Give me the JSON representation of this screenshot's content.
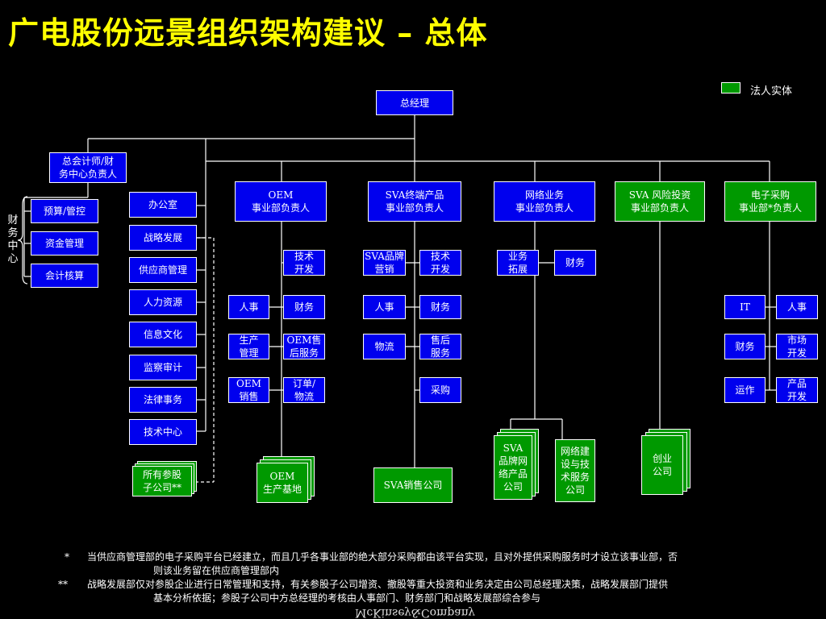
{
  "title": "广电股份远景组织架构建议 – 总体",
  "legend": {
    "label": "法人实体"
  },
  "finance_center_label": "财\n务\n中\n心",
  "boxes": {
    "gm": "总经理",
    "cfo": "总会计师/财\n务中心负责人",
    "budget": "预算/管控",
    "funds": "资金管理",
    "accounting": "会计核算",
    "office": "办公室",
    "strategy": "战略发展",
    "supplier": "供应商管理",
    "hr": "人力资源",
    "info": "信息文化",
    "audit": "监察审计",
    "legal": "法律事务",
    "tech_center": "技术中心",
    "subsidiaries": "所有参股\n子公司**",
    "oem_head": "OEM\n事业部负责人",
    "oem_tech": "技术\n开发",
    "oem_hr": "人事",
    "oem_fin": "财务",
    "oem_prod": "生产\n管理",
    "oem_after": "OEM售\n后服务",
    "oem_sales": "OEM\n销售",
    "oem_order": "订单/\n物流",
    "oem_base": "OEM\n生产基地",
    "sva_head": "SVA终端产品\n事业部负责人",
    "sva_brand": "SVA品牌\n营销",
    "sva_tech": "技术\n开发",
    "sva_hr": "人事",
    "sva_fin": "财务",
    "sva_logistics": "物流",
    "sva_after": "售后\n服务",
    "sva_purchase": "采购",
    "sva_sales_co": "SVA销售公司",
    "net_head": "网络业务\n事业部负责人",
    "net_bizdev": "业务\n拓展",
    "net_fin": "财务",
    "net_sva_co": "SVA\n品牌网\n络产品\n公司",
    "net_service_co": "网络建\n设与技\n术服务\n公司",
    "vc_head": "SVA 风险投资\n事业部负责人",
    "vc_co": "创业\n公司",
    "ep_head": "电子采购\n事业部*负责人",
    "ep_it": "IT",
    "ep_hr": "人事",
    "ep_fin": "财务",
    "ep_market": "市场\n开发",
    "ep_ops": "运作",
    "ep_product": "产品\n开发"
  },
  "notes": [
    {
      "mark": "*",
      "line1": "当供应商管理部的电子采购平台已经建立，而且几乎各事业部的绝大部分采购都由该平台实现，且对外提供采购服务时才设立该事业部，否",
      "line2": "则该业务留在供应商管理部内"
    },
    {
      "mark": "**",
      "line1": "战略发展部仅对参股企业进行日常管理和支持，有关参股子公司增资、撤股等重大投资和业务决定由公司总经理决策，战略发展部门提供",
      "line2": "基本分析依据；参股子公司中方总经理的考核由人事部门、财务部门和战略发展部综合参与"
    }
  ],
  "footer": "McKinsey&Company",
  "colors": {
    "unit_blue": "#0000EE",
    "legal_entity_green": "#009900",
    "title_yellow": "#FFFF00",
    "background": "#000000"
  }
}
